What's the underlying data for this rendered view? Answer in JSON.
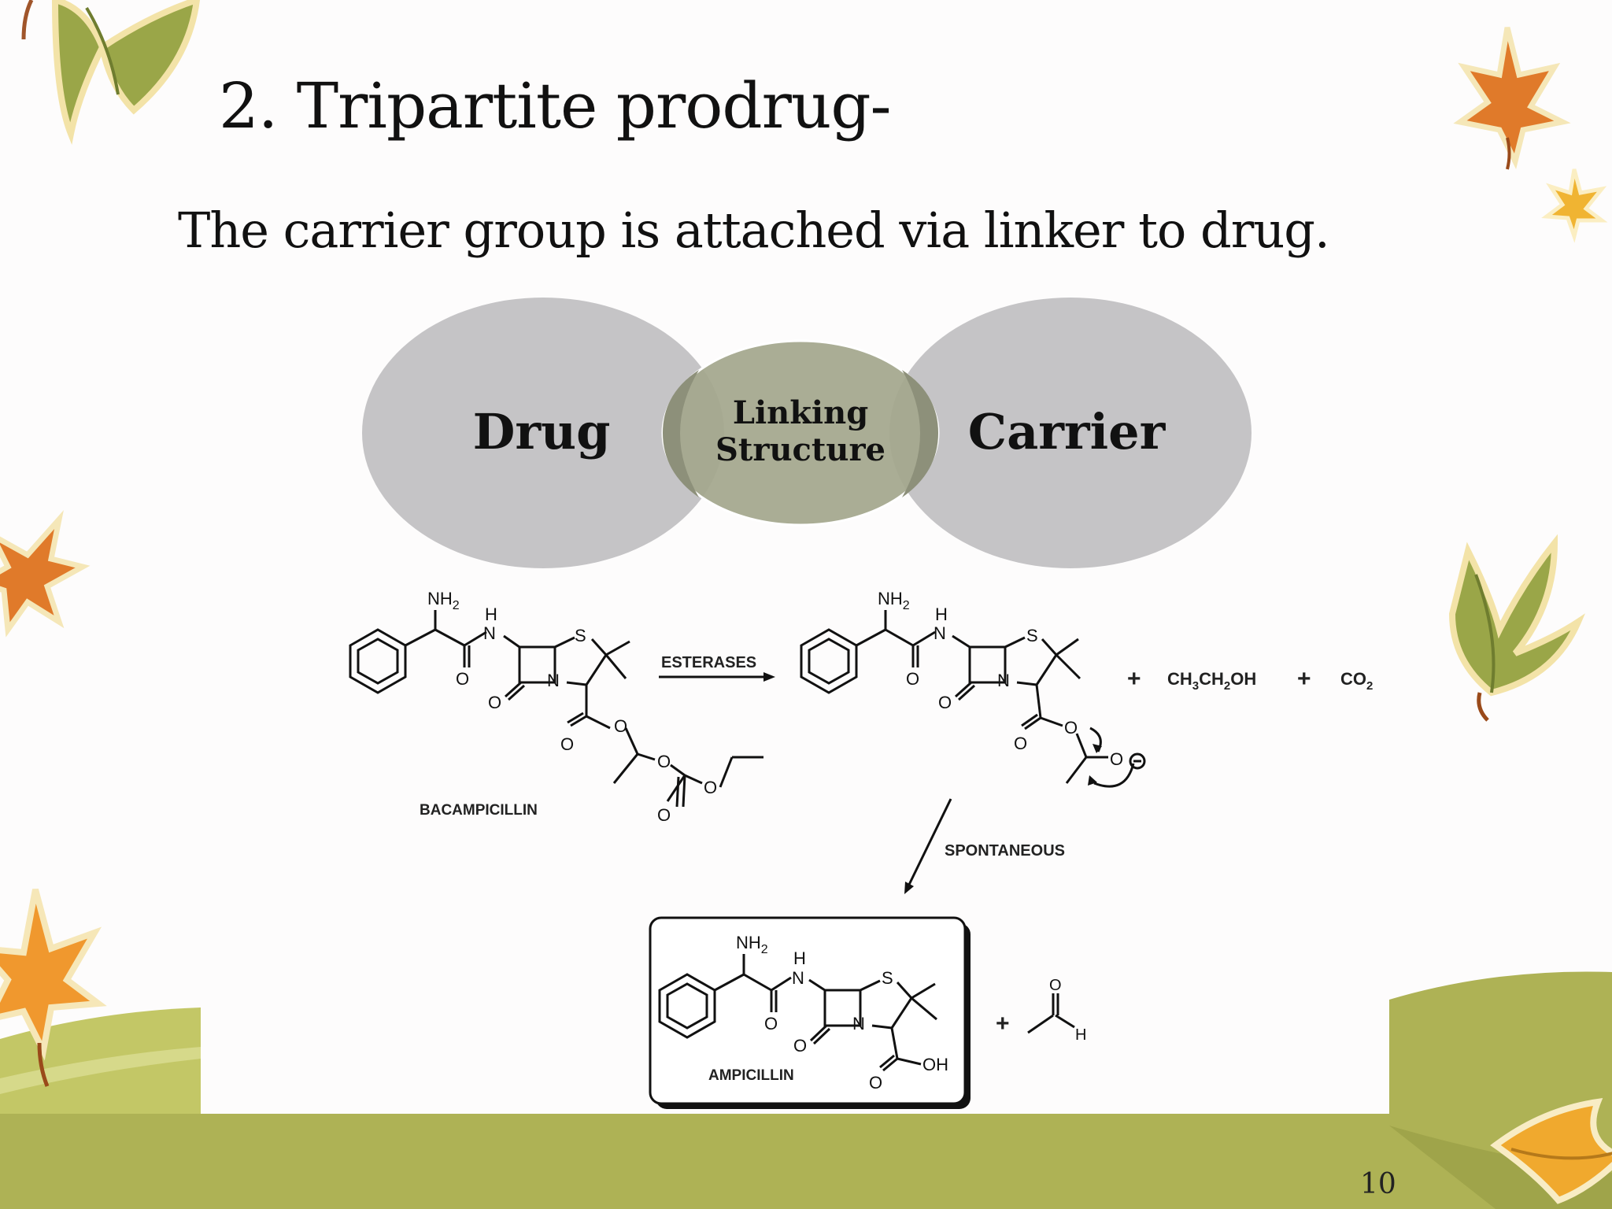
{
  "slide": {
    "title": "2. Tripartite prodrug-",
    "subtitle": "The carrier group is attached via linker to drug.",
    "page_number": "10"
  },
  "venn": {
    "left_label": "Drug",
    "center_label_line1": "Linking",
    "center_label_line2": "Structure",
    "right_label": "Carrier"
  },
  "reaction": {
    "prodrug_name": "BACAMPICILLIN",
    "enzyme_label": "ESTERASES",
    "step_label": "SPONTANEOUS",
    "product_name": "AMPICILLIN",
    "nh2": "NH",
    "nh2_sub": "2",
    "h": "H",
    "n": "N",
    "s": "S",
    "o": "O",
    "oh": "OH",
    "plus": "+",
    "byproduct_ethanol": "CH",
    "byproduct_ethanol_sub1": "3",
    "byproduct_ethanol_mid": "CH",
    "byproduct_ethanol_sub2": "2",
    "byproduct_ethanol_end": "OH",
    "byproduct_co2": "CO",
    "byproduct_co2_sub": "2"
  },
  "colors": {
    "leaf_green": "#9aa648",
    "leaf_orange": "#e07a2a",
    "ground": "#aeb255",
    "circle_gray": "#c5c4c6",
    "circle_olive": "#a3a68c"
  }
}
